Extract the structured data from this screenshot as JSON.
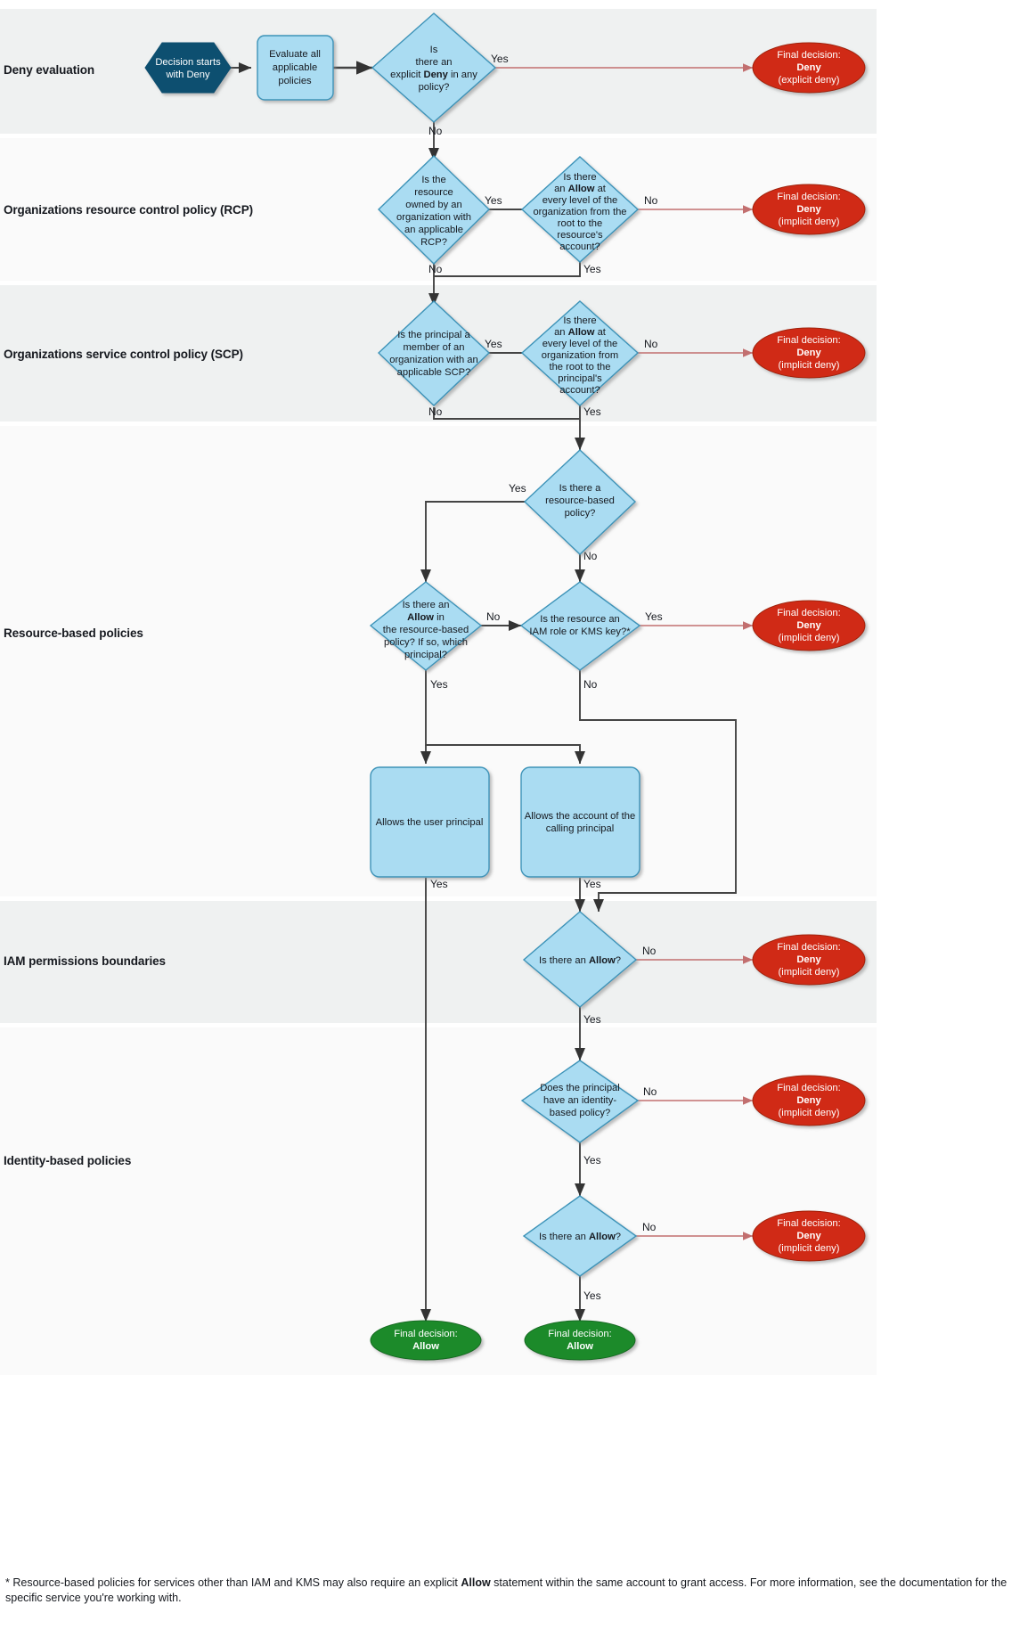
{
  "diagram": {
    "title": "AWS IAM policy evaluation flowchart",
    "colors": {
      "decision_fill": "#aadcf2",
      "decision_stroke": "#3d93b8",
      "process_fill": "#aadcf2",
      "start_fill": "#105070",
      "deny_fill": "#d02b12",
      "allow_fill": "#1c8a2b",
      "band_grey": "#eff1f1",
      "band_light": "#fafafa",
      "deny_edge": "#c26f6f",
      "edge": "#55595c",
      "text": "#16191f"
    },
    "bands": [
      {
        "id": "deny-evaluation",
        "label": "Deny evaluation",
        "tone": "grey"
      },
      {
        "id": "rcp",
        "label": "Organizations resource control policy (RCP)",
        "tone": "light"
      },
      {
        "id": "scp",
        "label": "Organizations service control policy (SCP)",
        "tone": "grey"
      },
      {
        "id": "resource-based",
        "label": "Resource-based policies",
        "tone": "light"
      },
      {
        "id": "permissions-boundaries",
        "label": "IAM permissions boundaries",
        "tone": "grey"
      },
      {
        "id": "identity-based",
        "label": "Identity-based policies",
        "tone": "light"
      }
    ],
    "nodes": {
      "start": {
        "lines": [
          "Decision starts",
          "with Deny"
        ],
        "shape": "hexagon"
      },
      "evaluate": {
        "lines": [
          "Evaluate all",
          "applicable",
          "policies"
        ],
        "shape": "process"
      },
      "explicit_deny": {
        "lines": [
          "Is",
          "there an",
          "explicit Deny in any",
          "policy?"
        ],
        "bold": "Deny",
        "shape": "decision"
      },
      "deny_explicit": {
        "lines": [
          "Final decision:",
          "Deny",
          "(explicit deny)"
        ],
        "shape": "terminator-deny"
      },
      "rcp_owned": {
        "lines": [
          "Is the",
          "resource",
          "owned by an",
          "organization with",
          "an applicable",
          "RCP?"
        ],
        "shape": "decision"
      },
      "rcp_allow": {
        "lines": [
          "Is there",
          "an Allow at",
          "every level of the",
          "organization from the",
          "root to the",
          "resource's",
          "account?"
        ],
        "bold": "Allow",
        "shape": "decision"
      },
      "rcp_deny": {
        "lines": [
          "Final decision:",
          "Deny",
          "(implicit deny)"
        ],
        "shape": "terminator-deny"
      },
      "scp_member": {
        "lines": [
          "Is the principal a",
          "member of an",
          "organization with an",
          "applicable SCP?"
        ],
        "shape": "decision"
      },
      "scp_allow": {
        "lines": [
          "Is there",
          "an Allow at",
          "every level of the",
          "organization from",
          "the root to the",
          "principal's",
          "account?"
        ],
        "bold": "Allow",
        "shape": "decision"
      },
      "scp_deny": {
        "lines": [
          "Final decision:",
          "Deny",
          "(implicit deny)"
        ],
        "shape": "terminator-deny"
      },
      "rb_exists": {
        "lines": [
          "Is there a",
          "resource-based",
          "policy?"
        ],
        "shape": "decision"
      },
      "rb_allow": {
        "lines": [
          "Is there an",
          "Allow in",
          "the resource-based",
          "policy? If so, which",
          "principal?"
        ],
        "bold": "Allow",
        "shape": "decision"
      },
      "rb_iam_kms": {
        "lines": [
          "Is the resource an",
          "IAM role or KMS key?*"
        ],
        "shape": "decision"
      },
      "rb_deny": {
        "lines": [
          "Final decision:",
          "Deny",
          "(implicit deny)"
        ],
        "shape": "terminator-deny"
      },
      "allows_user_principal": {
        "lines": [
          "Allows the user principal"
        ],
        "shape": "process"
      },
      "allows_account": {
        "lines": [
          "Allows the account of the",
          "calling principal"
        ],
        "shape": "process"
      },
      "pb_allow": {
        "lines": [
          "Is there an Allow?"
        ],
        "bold": "Allow",
        "shape": "decision"
      },
      "pb_deny": {
        "lines": [
          "Final decision:",
          "Deny",
          "(implicit deny)"
        ],
        "shape": "terminator-deny"
      },
      "ib_has_policy": {
        "lines": [
          "Does the principal",
          "have an identity-",
          "based policy?"
        ],
        "shape": "decision"
      },
      "ib_policy_deny": {
        "lines": [
          "Final decision:",
          "Deny",
          "(implicit deny)"
        ],
        "shape": "terminator-deny"
      },
      "ib_allow": {
        "lines": [
          "Is there an Allow?"
        ],
        "bold": "Allow",
        "shape": "decision"
      },
      "ib_allow_deny": {
        "lines": [
          "Final decision:",
          "Deny",
          "(implicit deny)"
        ],
        "shape": "terminator-deny"
      },
      "final_allow_left": {
        "lines": [
          "Final decision:",
          "Allow"
        ],
        "shape": "terminator-allow"
      },
      "final_allow_right": {
        "lines": [
          "Final decision:",
          "Allow"
        ],
        "shape": "terminator-allow"
      }
    },
    "edge_labels": {
      "yes": "Yes",
      "no": "No"
    },
    "footnote": {
      "line1_a": "* Resource-based policies for services other than IAM and KMS may also require an explicit ",
      "line1_b": "Allow",
      "line1_c": " statement within the same account to grant access. For more information, see the",
      "line2": "documentation for the specific service you're working with."
    }
  }
}
